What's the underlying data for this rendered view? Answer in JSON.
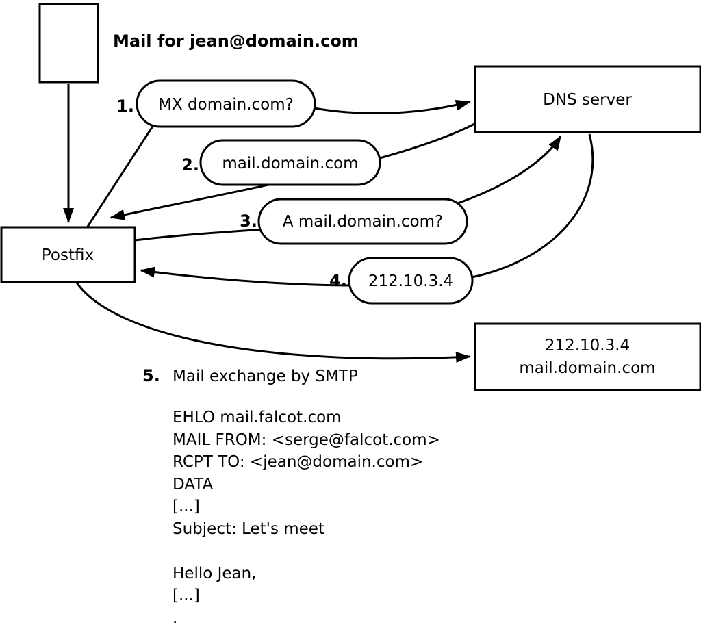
{
  "diagram": {
    "mail_note": "Mail for jean@domain.com",
    "nodes": {
      "postfix": "Postfix",
      "dns_server": "DNS server",
      "mail_server_ip": "212.10.3.4",
      "mail_server_host": "mail.domain.com"
    },
    "steps": [
      {
        "num": "1.",
        "label": "MX domain.com?"
      },
      {
        "num": "2.",
        "label": "mail.domain.com"
      },
      {
        "num": "3.",
        "label": "A mail.domain.com?"
      },
      {
        "num": "4.",
        "label": "212.10.3.4"
      },
      {
        "num": "5.",
        "label": "Mail exchange by SMTP"
      }
    ],
    "smtp_transcript": [
      "EHLO mail.falcot.com",
      "MAIL FROM: <serge@falcot.com>",
      "RCPT TO: <jean@domain.com>",
      "DATA",
      "[...]",
      "Subject: Let's meet",
      "",
      "Hello Jean,",
      "[...]",
      "."
    ],
    "colors": {
      "stroke": "#000000",
      "fill": "#ffffff",
      "text": "#000000"
    }
  }
}
